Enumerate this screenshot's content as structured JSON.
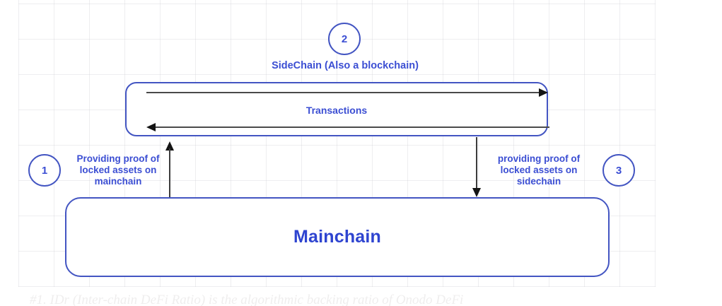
{
  "colors": {
    "shape_border": "#4355c2",
    "label_text": "#3b4ed3",
    "mainchain_text": "#2e44d0",
    "arrow": "#141414",
    "grid_line": "#e6e6ea"
  },
  "diagram": {
    "steps": [
      {
        "number": "1",
        "label_lines": [
          "Providing proof of",
          "locked assets on",
          "mainchain"
        ]
      },
      {
        "number": "2",
        "label": "SideChain (Also a blockchain)"
      },
      {
        "number": "3",
        "label_lines": [
          "providing proof of",
          "locked assets on",
          "sidechain"
        ]
      }
    ],
    "sidechain_box": {
      "label": "Transactions"
    },
    "mainchain_box": {
      "label": "Mainchain"
    }
  },
  "caption": {
    "text": "#1. IDr (Inter-chain DeFi Ratio) is the algorithmic backing ratio of Onodo DeFi"
  }
}
